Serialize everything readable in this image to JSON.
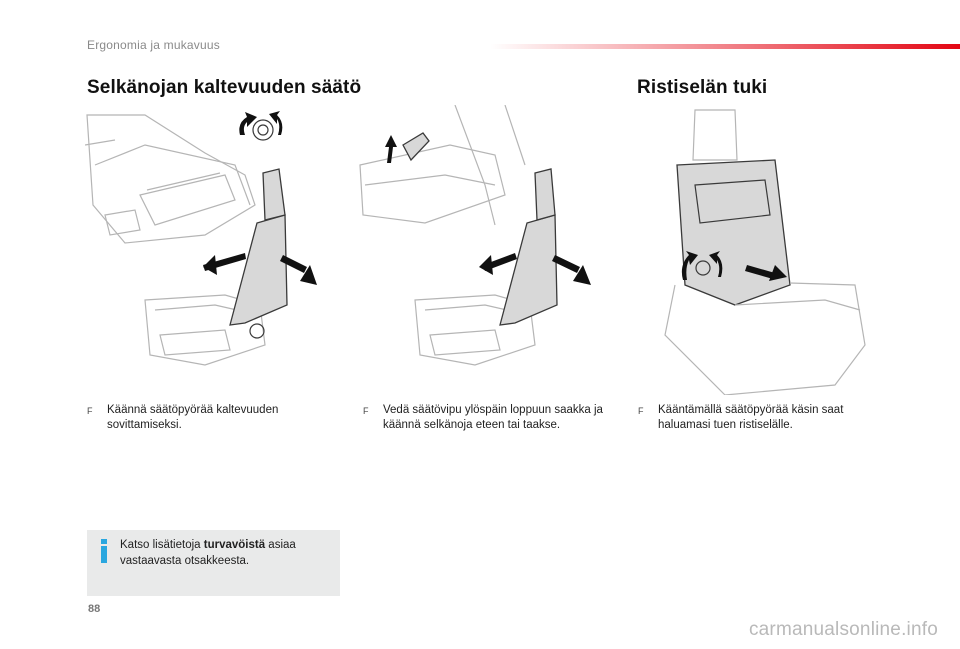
{
  "header": {
    "title": "Ergonomia ja mukavuus",
    "accent_color": "#e30613"
  },
  "sections": {
    "backrest": {
      "title": "Selkänojan kaltevuuden säätö"
    },
    "lumbar": {
      "title": "Ristiselän tuki"
    }
  },
  "instructions": [
    {
      "marker": "F",
      "text": "Käännä säätöpyörää kaltevuuden sovittamiseksi."
    },
    {
      "marker": "F",
      "text": "Vedä säätövipu ylöspäin loppuun saakka ja käännä selkänoja eteen tai taakse."
    },
    {
      "marker": "F",
      "text": "Kääntämällä säätöpyörää käsin saat haluamasi tuen ristiselälle."
    }
  ],
  "info_box": {
    "icon": "info-icon",
    "text_before": "Katso lisätietoja ",
    "text_bold": "turvavöistä",
    "text_after": " asiaa vastaavasta otsakkeesta.",
    "background_color": "#e9eaea",
    "icon_color": "#2aa7df"
  },
  "page_number": "88",
  "watermark": "carmanualsonline.info"
}
